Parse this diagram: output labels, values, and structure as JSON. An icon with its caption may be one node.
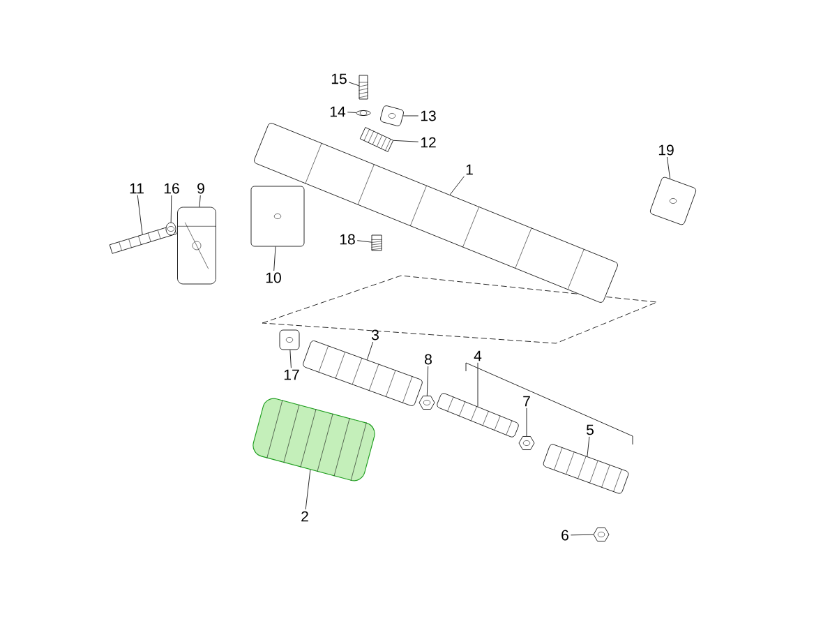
{
  "diagram": {
    "nodes": [
      {
        "text": [
          "15"
        ]
      },
      {
        "text": [
          "14"
        ]
      },
      {
        "text": [
          "13"
        ]
      },
      {
        "text": [
          "12"
        ]
      },
      {
        "text": [
          "19"
        ]
      },
      {
        "text": [
          "1"
        ]
      },
      {
        "text": [
          "11"
        ]
      },
      {
        "text": [
          "16"
        ]
      },
      {
        "text": [
          "9"
        ]
      },
      {
        "text": [
          "18"
        ]
      },
      {
        "text": [
          "10"
        ]
      },
      {
        "text": [
          "3"
        ]
      },
      {
        "text": [
          "4"
        ]
      },
      {
        "text": [
          "17"
        ]
      },
      {
        "text": [
          "8"
        ]
      },
      {
        "text": [
          "7"
        ]
      },
      {
        "text": [
          "5"
        ]
      },
      {
        "text": [
          "2"
        ]
      },
      {
        "text": [
          "6"
        ]
      },
      {
        "text": [],
        "shape": "picture"
      },
      {
        "text": [],
        "shape": "picture"
      },
      {
        "text": [],
        "shape": "picture"
      },
      {
        "text": [],
        "shape": "picture"
      },
      {
        "text": [],
        "shape": "picture"
      },
      {
        "text": [],
        "shape": "picture"
      },
      {
        "text": [],
        "shape": "picture"
      },
      {
        "text": [],
        "shape": "picture"
      },
      {
        "text": [],
        "shape": "picture"
      },
      {
        "text": [],
        "shape": "picture"
      },
      {
        "text": [],
        "shape": "picture"
      },
      {
        "text": [],
        "shape": "picture"
      },
      {
        "text": [],
        "shape": "picture"
      },
      {
        "text": [],
        "shape": "picture"
      },
      {
        "text": [],
        "shape": "picture"
      },
      {
        "text": [],
        "shape": "picture"
      },
      {
        "text": [],
        "shape": "picture"
      },
      {
        "text": [],
        "shape": "picture"
      },
      {
        "text": [],
        "shape": "picture"
      }
    ],
    "edges": [
      {
        "from": 0,
        "to": 19,
        "arrow": "none"
      },
      {
        "from": 1,
        "to": 20,
        "arrow": "none"
      },
      {
        "from": 2,
        "to": 21,
        "arrow": "none"
      },
      {
        "from": 3,
        "to": 22,
        "arrow": "none"
      },
      {
        "from": 4,
        "to": 23,
        "arrow": "none"
      },
      {
        "from": 5,
        "to": 24,
        "arrow": "none"
      },
      {
        "from": 6,
        "to": 25,
        "arrow": "none"
      },
      {
        "from": 7,
        "to": 26,
        "arrow": "none"
      },
      {
        "from": 8,
        "to": 27,
        "arrow": "none"
      },
      {
        "from": 9,
        "to": 28,
        "arrow": "none"
      },
      {
        "from": 10,
        "to": 29,
        "arrow": "none"
      },
      {
        "from": 11,
        "to": 30,
        "arrow": "none"
      },
      {
        "from": 12,
        "to": 31,
        "arrow": "none"
      },
      {
        "from": 13,
        "to": 32,
        "arrow": "none"
      },
      {
        "from": 14,
        "to": 33,
        "arrow": "none"
      },
      {
        "from": 15,
        "to": 34,
        "arrow": "none"
      },
      {
        "from": 16,
        "to": 35,
        "arrow": "none"
      },
      {
        "from": 17,
        "to": 36,
        "arrow": "none"
      },
      {
        "from": 18,
        "to": 37,
        "arrow": "none"
      }
    ]
  }
}
